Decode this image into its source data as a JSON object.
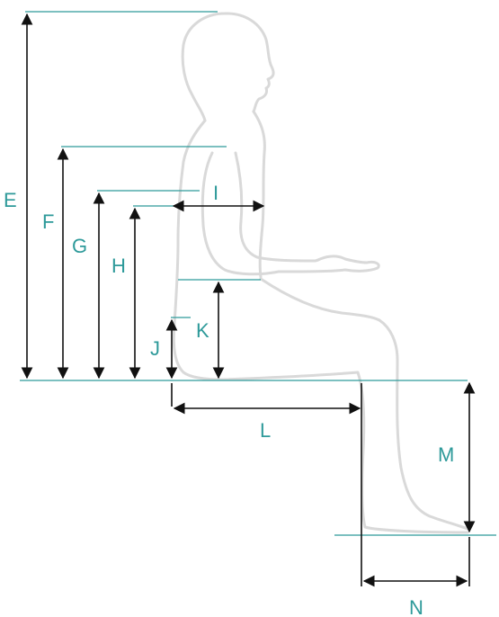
{
  "colors": {
    "background": "#ffffff",
    "figure_outline": "#d9d9d9",
    "guide_line": "#2e9a9a",
    "dimension_line": "#111111",
    "label": "#2e9a9a"
  },
  "labels": {
    "E": "E",
    "F": "F",
    "G": "G",
    "H": "H",
    "I": "I",
    "J": "J",
    "K": "K",
    "L": "L",
    "M": "M",
    "N": "N"
  }
}
